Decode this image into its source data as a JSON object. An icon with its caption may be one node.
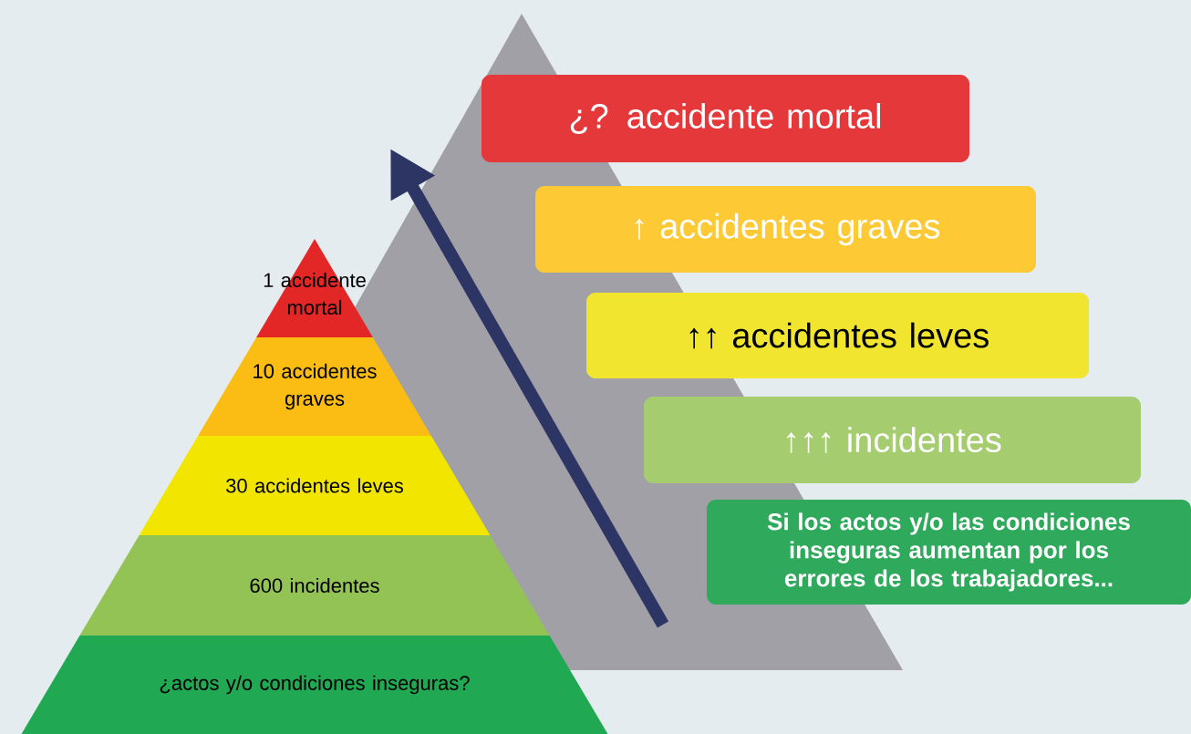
{
  "diagram": {
    "nodes": [
      {
        "text": [
          "1 accidente mortal"
        ]
      },
      {
        "text": [
          "10 accidentes graves"
        ]
      },
      {
        "text": [
          "30 accidentes leves"
        ]
      },
      {
        "text": [
          "600 incidentes"
        ]
      },
      {
        "text": [
          "¿actos y/o condiciones inseguras?"
        ]
      },
      {
        "text": [
          "¿? accidente mortal"
        ]
      },
      {
        "text": [
          "↑ accidentes graves"
        ]
      },
      {
        "text": [
          "↑↑ accidentes leves"
        ]
      },
      {
        "text": [
          "↑↑↑ incidentes"
        ]
      },
      {
        "text": [
          "Si los actos y/o las condiciones inseguras aumentan por los errores de los trabajadores..."
        ]
      }
    ]
  }
}
